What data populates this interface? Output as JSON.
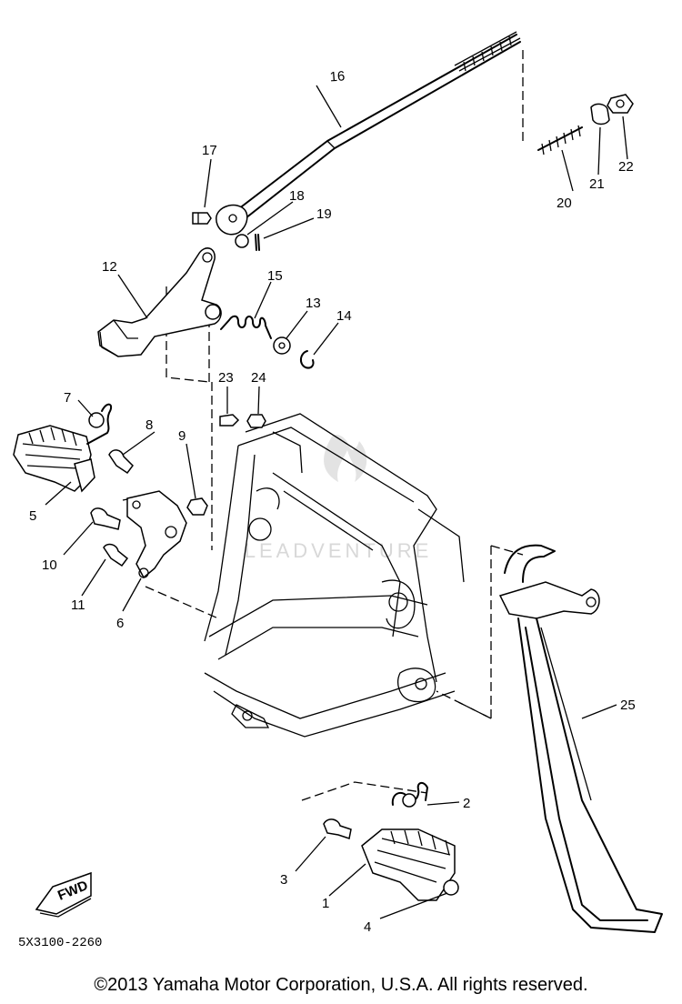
{
  "diagram": {
    "part_labels": [
      "1",
      "2",
      "3",
      "4",
      "5",
      "6",
      "7",
      "8",
      "9",
      "10",
      "11",
      "12",
      "13",
      "14",
      "15",
      "16",
      "17",
      "18",
      "19",
      "20",
      "21",
      "22",
      "23",
      "24",
      "25"
    ],
    "fwd_badge": "FWD",
    "drawing_code": "5X3100-2260",
    "watermark": "LEADVENTURE"
  },
  "footer": {
    "copyright": "©2013 Yamaha Motor Corporation, U.S.A. All rights reserved."
  }
}
